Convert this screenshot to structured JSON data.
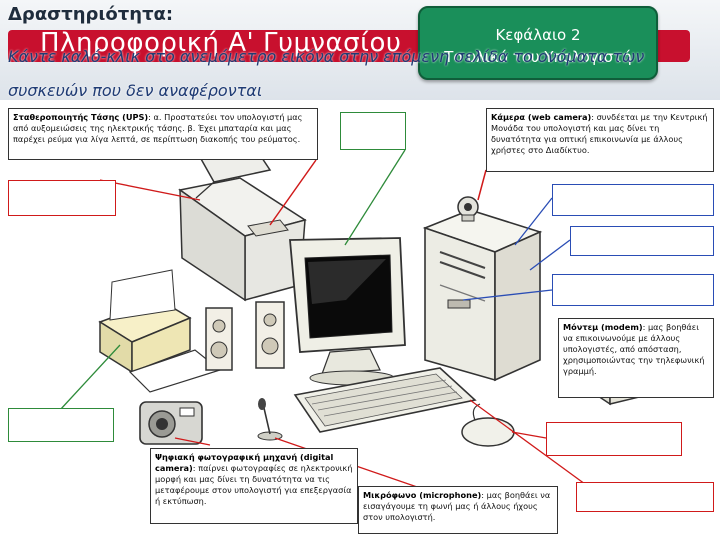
{
  "slide": {
    "activity_title": "Δραστηριότητα:",
    "instruction": "Κάντε καλό-κλικ στο ανεμόμετρο εικόνα στην επόμενη σελίδα το ονόματα των συσκευών που δεν αναφέρονται",
    "title": "Πληροφορική Α' Γυμνασίου",
    "chapter": {
      "line1": "Κεφάλαιο 2",
      "line2": "Το υλικό του Υπολογιστή"
    }
  },
  "info_boxes": {
    "ups": {
      "term": "Σταθεροποιητής Τάσης (UPS)",
      "text": ": α. Προστατεύει τον υπολογιστή μας από αυξομειώσεις της ηλεκτρικής τάσης. β. Έχει μπαταρία και μας παρέχει ρεύμα για λίγα λεπτά, σε περίπτωση διακοπής του ρεύματος."
    },
    "camera": {
      "term": "Κάμερα (web camera)",
      "text": ": συνδέεται με την Κεντρική Μονάδα του υπολογιστή και μας δίνει τη δυνατότητα για οπτική επικοινωνία με άλλους χρήστες στο Διαδίκτυο."
    },
    "modem": {
      "term": "Μόντεμ (modem)",
      "text": ": μας βοηθάει να επικοινωνούμε με άλλους υπολογιστές, από απόσταση, χρησιμοποιώντας την τηλεφωνική γραμμή."
    },
    "digital_camera": {
      "term": "Ψηφιακή φωτογραφική μηχανή (digital camera)",
      "text": ": παίρνει φωτογραφίες σε ηλεκτρονική μορφή και μας δίνει τη δυνατότητα να τις μεταφέρουμε στον υπολογιστή για επεξεργασία ή εκτύπωση."
    },
    "microphone": {
      "term": "Μικρόφωνο (microphone)",
      "text": ": μας βοηθάει να εισαγάγουμε τη φωνή μας ή άλλους ήχους στον υπολογιστή."
    }
  },
  "colors": {
    "title_red": "#c8102e",
    "chapter_green": "#1a8f5a",
    "answer_red": "#d01a1a",
    "answer_blue": "#2a4db5",
    "answer_green": "#2e8b3a"
  }
}
